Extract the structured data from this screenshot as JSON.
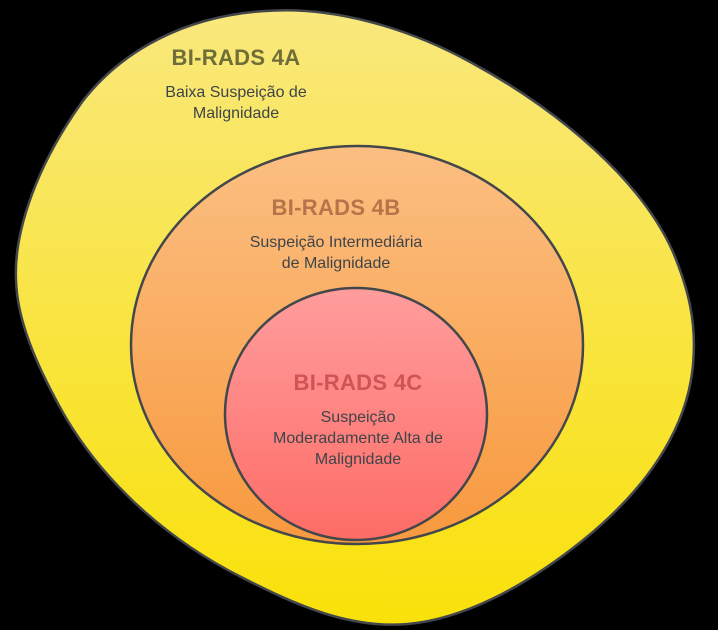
{
  "diagram": {
    "background": "#000000",
    "stroke_color": "#43474b",
    "text_color": "#3f4449",
    "sets": [
      {
        "title": "BI-RADS 4A",
        "title_color": "#6f6d38",
        "fill_top": "#f9e87d",
        "fill_bottom": "#f9e109",
        "description_lines": [
          "Baixa Suspeição de",
          "Malignidade"
        ]
      },
      {
        "title": "BI-RADS 4B",
        "title_color": "#b5744a",
        "fill_top": "#fbbf82",
        "fill_bottom": "#f8993e",
        "description_lines": [
          "Suspeição Intermediária",
          "de Malignidade"
        ]
      },
      {
        "title": "BI-RADS 4C",
        "title_color": "#d05355",
        "fill_top": "#ff9d9d",
        "fill_bottom": "#fd6c66",
        "description_lines": [
          "Suspeição",
          "Moderadamente Alta de",
          "Malignidade"
        ]
      }
    ]
  }
}
